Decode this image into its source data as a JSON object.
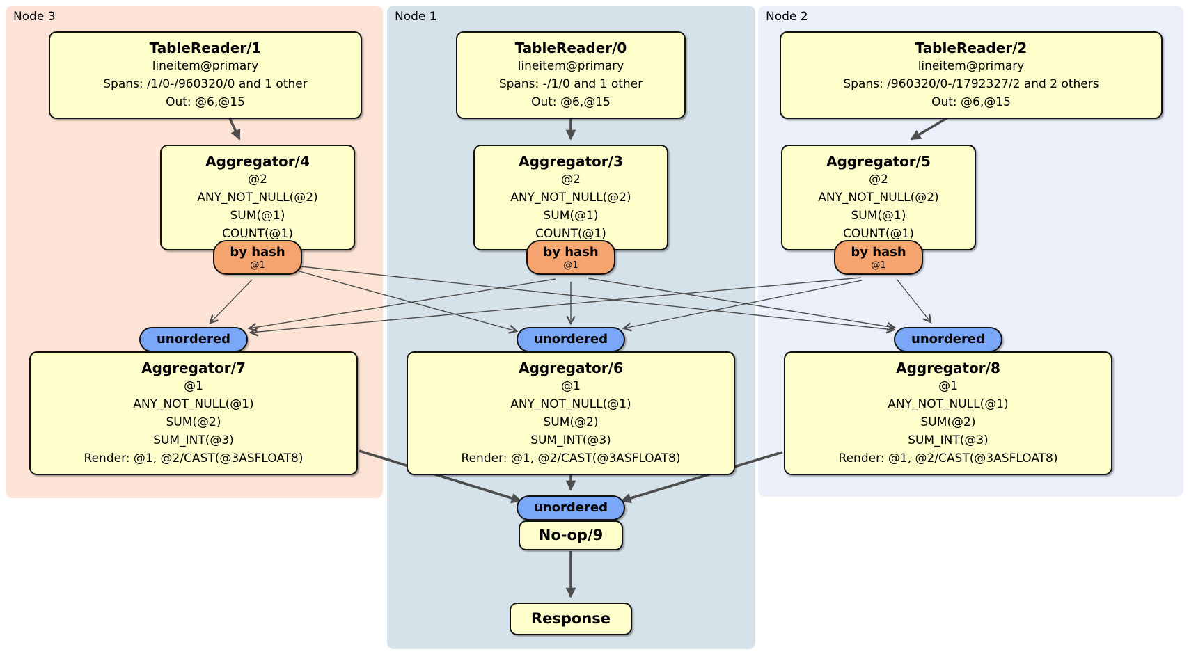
{
  "colors": {
    "region-node3-bg": "#fce3d5",
    "region-node1-bg": "#d6e2e9",
    "region-node2-bg": "#eaeffa",
    "processor-box-bg": "#ffffcc",
    "router-bg": "#f5a470",
    "sync-bg": "#7aa7f7",
    "edge": "#4d4d4d"
  },
  "regions": [
    {
      "label": "Node 3"
    },
    {
      "label": "Node 1"
    },
    {
      "label": "Node 2"
    }
  ],
  "processors": {
    "tr1": {
      "title": "TableReader/1",
      "lines": [
        "lineitem@primary",
        "Spans: /1/0-/960320/0 and 1 other",
        "Out: @6,@15"
      ]
    },
    "tr0": {
      "title": "TableReader/0",
      "lines": [
        "lineitem@primary",
        "Spans: -/1/0 and 1 other",
        "Out: @6,@15"
      ]
    },
    "tr2": {
      "title": "TableReader/2",
      "lines": [
        "lineitem@primary",
        "Spans: /960320/0-/1792327/2 and 2 others",
        "Out: @6,@15"
      ]
    },
    "agg4": {
      "title": "Aggregator/4",
      "lines": [
        "@2",
        "ANY_NOT_NULL(@2)",
        "SUM(@1)",
        "COUNT(@1)"
      ]
    },
    "agg3": {
      "title": "Aggregator/3",
      "lines": [
        "@2",
        "ANY_NOT_NULL(@2)",
        "SUM(@1)",
        "COUNT(@1)"
      ]
    },
    "agg5": {
      "title": "Aggregator/5",
      "lines": [
        "@2",
        "ANY_NOT_NULL(@2)",
        "SUM(@1)",
        "COUNT(@1)"
      ]
    },
    "agg7": {
      "title": "Aggregator/7",
      "lines": [
        "@1",
        "ANY_NOT_NULL(@1)",
        "SUM(@2)",
        "SUM_INT(@3)",
        "Render: @1, @2/CAST(@3ASFLOAT8)"
      ]
    },
    "agg6": {
      "title": "Aggregator/6",
      "lines": [
        "@1",
        "ANY_NOT_NULL(@1)",
        "SUM(@2)",
        "SUM_INT(@3)",
        "Render: @1, @2/CAST(@3ASFLOAT8)"
      ]
    },
    "agg8": {
      "title": "Aggregator/8",
      "lines": [
        "@1",
        "ANY_NOT_NULL(@1)",
        "SUM(@2)",
        "SUM_INT(@3)",
        "Render: @1, @2/CAST(@3ASFLOAT8)"
      ]
    },
    "noop9": {
      "title": "No-op/9"
    },
    "response": {
      "title": "Response"
    }
  },
  "routers": {
    "r3": {
      "label": "by hash",
      "detail": "@1"
    },
    "r1": {
      "label": "by hash",
      "detail": "@1"
    },
    "r2": {
      "label": "by hash",
      "detail": "@1"
    }
  },
  "syncs": {
    "s3": {
      "label": "unordered"
    },
    "s1": {
      "label": "unordered"
    },
    "s2": {
      "label": "unordered"
    },
    "sfinal": {
      "label": "unordered"
    }
  }
}
